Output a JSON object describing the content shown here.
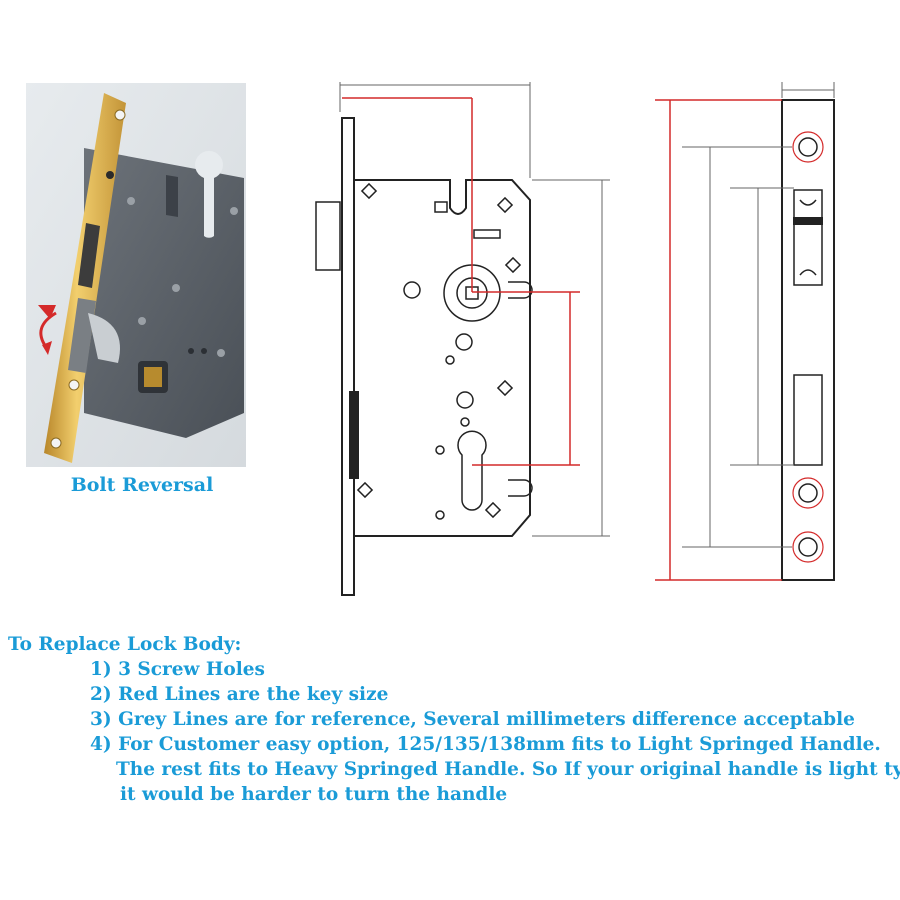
{
  "photo": {
    "caption": "Bolt Reversal"
  },
  "instructions": {
    "heading": "To Replace Lock Body:",
    "items": [
      "1) 3 Screw Holes",
      "2) Red Lines are the key size",
      "3) Grey Lines are for reference,  Several millimeters difference acceptable",
      "4) For Customer easy option, 125/135/138mm fits to Light Springed Handle."
    ],
    "continuation": [
      "The rest fits to Heavy Springed Handle. So If your original handle is light type,",
      "it would be harder to turn the handle"
    ]
  },
  "colors": {
    "text": "#1a9bd7",
    "key_lines": "#d42a2a",
    "reference_lines": "#555555"
  },
  "icons": [
    "rotation-arrow-icon",
    "keyhole-icon",
    "screw-hole-icon"
  ]
}
